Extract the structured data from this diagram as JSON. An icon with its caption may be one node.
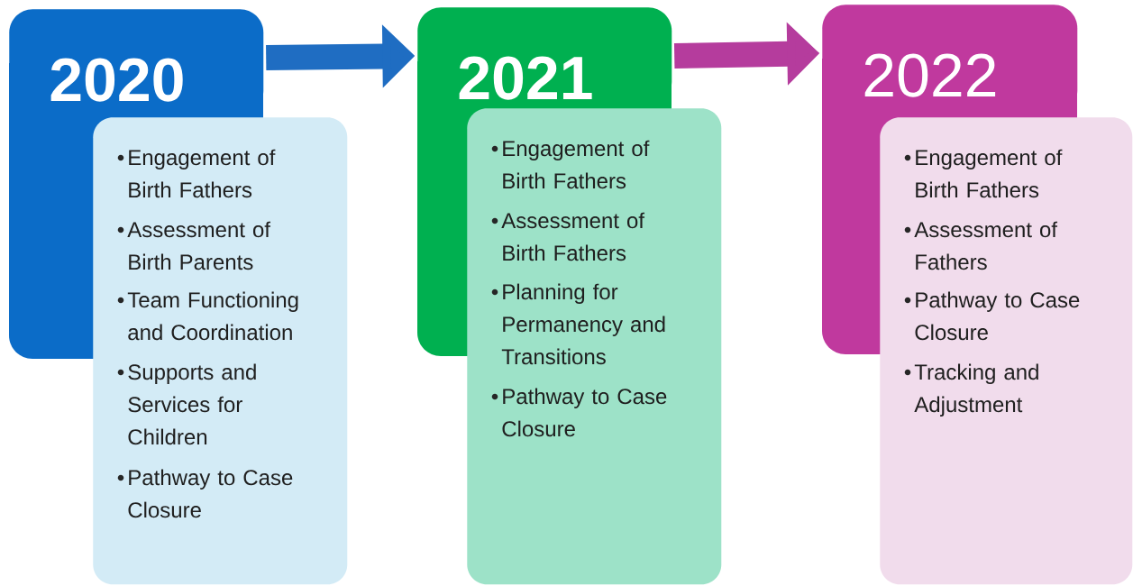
{
  "diagram": {
    "nodes": [
      {
        "text": [
          "2020"
        ]
      },
      {
        "text": [
          "Engagement of Birth Fathers",
          "Assessment of Birth Parents",
          "Team Functioning and Coordination",
          "Supports and Services for Children",
          "Pathway to Case Closure"
        ]
      },
      {
        "text": [
          "2021"
        ]
      },
      {
        "text": [
          "Engagement of Birth Fathers",
          "Assessment of Birth Fathers",
          "Planning for Permanency and Transitions",
          "Pathway to Case Closure"
        ]
      },
      {
        "text": [
          "2022"
        ]
      },
      {
        "text": [
          "Engagement of Birth Fathers",
          "Assessment of Fathers",
          "Pathway to Case Closure",
          "Tracking and Adjustment"
        ]
      }
    ],
    "edges": [
      {
        "from": 0,
        "to": 2,
        "arrow": "to",
        "color": "#1f6dc2"
      },
      {
        "from": 2,
        "to": 4,
        "arrow": "to",
        "color": "#b53c9d"
      }
    ]
  }
}
